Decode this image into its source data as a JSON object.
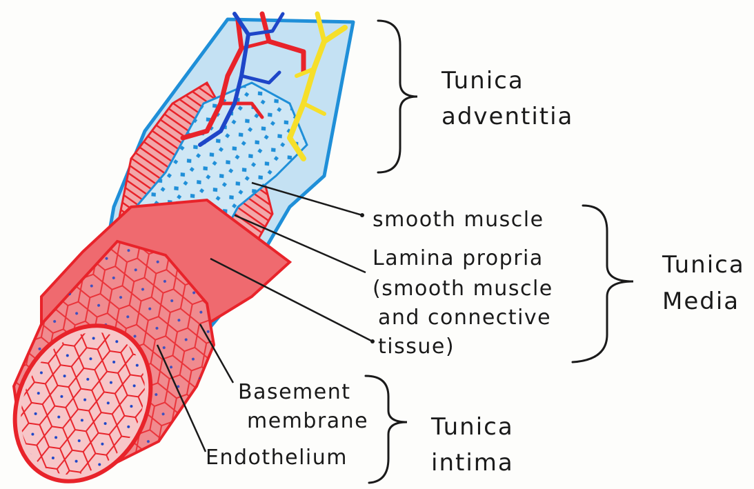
{
  "diagram": {
    "tunics": {
      "adventitia": [
        "Tunica",
        "adventitia"
      ],
      "media": [
        "Tunica",
        "Media"
      ],
      "intima": [
        "Tunica",
        "intima"
      ]
    },
    "labels": {
      "smooth_muscle": "smooth muscle",
      "lamina_1": "Lamina propria",
      "lamina_2": "(smooth muscle",
      "lamina_3": "and connective",
      "lamina_4": "tissue)",
      "basement_1": "Basement",
      "basement_2": "membrane",
      "endothelium": "Endothelium"
    },
    "colors": {
      "vessel_red": "#e8232a",
      "adventitia_blue": "#1f8fd8",
      "light_blue": "#bfe0f2",
      "vein_blue": "#1e46c8",
      "nerve_yellow": "#f6df2a",
      "ink": "#1a1a1a"
    }
  }
}
